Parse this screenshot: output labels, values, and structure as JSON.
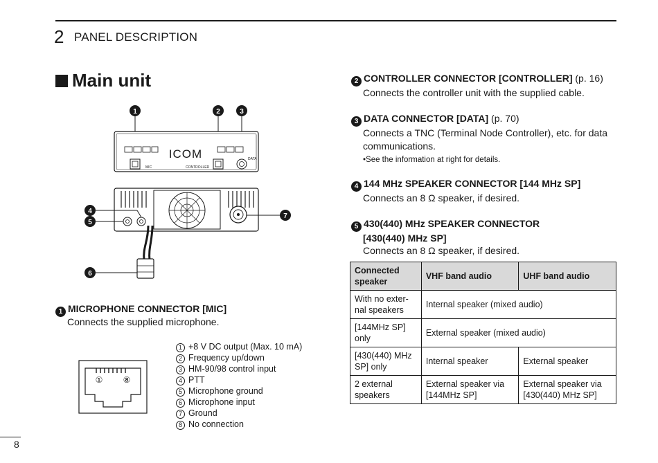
{
  "header": {
    "chapter_number": "2",
    "chapter_title": "PANEL DESCRIPTION"
  },
  "main_heading": "Main unit",
  "diagram": {
    "brand": "ICOM",
    "labels": {
      "mic": "MIC",
      "controller": "CONTROLLER",
      "data": "DATA"
    },
    "callouts": [
      "1",
      "2",
      "3",
      "4",
      "5",
      "6",
      "7"
    ]
  },
  "mic": {
    "marker": "1",
    "title": "MICROPHONE CONNECTOR [MIC]",
    "body": "Connects the supplied microphone."
  },
  "jack": {
    "pin_left": "①",
    "pin_right": "⑧"
  },
  "pins": [
    {
      "num": "1",
      "label": "+8 V DC output (Max. 10 mA)"
    },
    {
      "num": "2",
      "label": "Frequency up/down"
    },
    {
      "num": "3",
      "label": "HM-90/98 control input"
    },
    {
      "num": "4",
      "label": "PTT"
    },
    {
      "num": "5",
      "label": "Microphone ground"
    },
    {
      "num": "6",
      "label": "Microphone input"
    },
    {
      "num": "7",
      "label": "Ground"
    },
    {
      "num": "8",
      "label": "No connection"
    }
  ],
  "items": [
    {
      "marker": "2",
      "title": "CONTROLLER CONNECTOR [CONTROLLER]",
      "page_ref": " (p. 16)",
      "body": "Connects the controller unit with the supplied cable."
    },
    {
      "marker": "3",
      "title": "DATA CONNECTOR [DATA]",
      "page_ref": " (p. 70)",
      "body": "Connects a TNC (Terminal Node Controller), etc. for data communications.",
      "note": "•See the information at right for details."
    },
    {
      "marker": "4",
      "title": "144 MHz SPEAKER CONNECTOR [144 MHz SP]",
      "body": "Connects an 8 Ω speaker, if desired."
    },
    {
      "marker": "5",
      "title": "430(440) MHz SPEAKER CONNECTOR",
      "title_line2": "[430(440) MHz SP]",
      "body": "Connects an 8 Ω speaker, if desired."
    }
  ],
  "table": {
    "headers": [
      "Connected speaker",
      "VHF band audio",
      "UHF band audio"
    ],
    "rows": [
      {
        "speaker": "With no exter-nal speakers",
        "merged": "Internal speaker (mixed audio)"
      },
      {
        "speaker": "[144MHz SP] only",
        "merged": "External speaker (mixed audio)"
      },
      {
        "speaker": "[430(440) MHz SP] only",
        "vhf": "Internal speaker",
        "uhf": "External speaker"
      },
      {
        "speaker": "2 external speakers",
        "vhf": "External speaker via [144MHz SP]",
        "uhf": "External speaker via [430(440) MHz SP]"
      }
    ]
  },
  "page_number": "8"
}
